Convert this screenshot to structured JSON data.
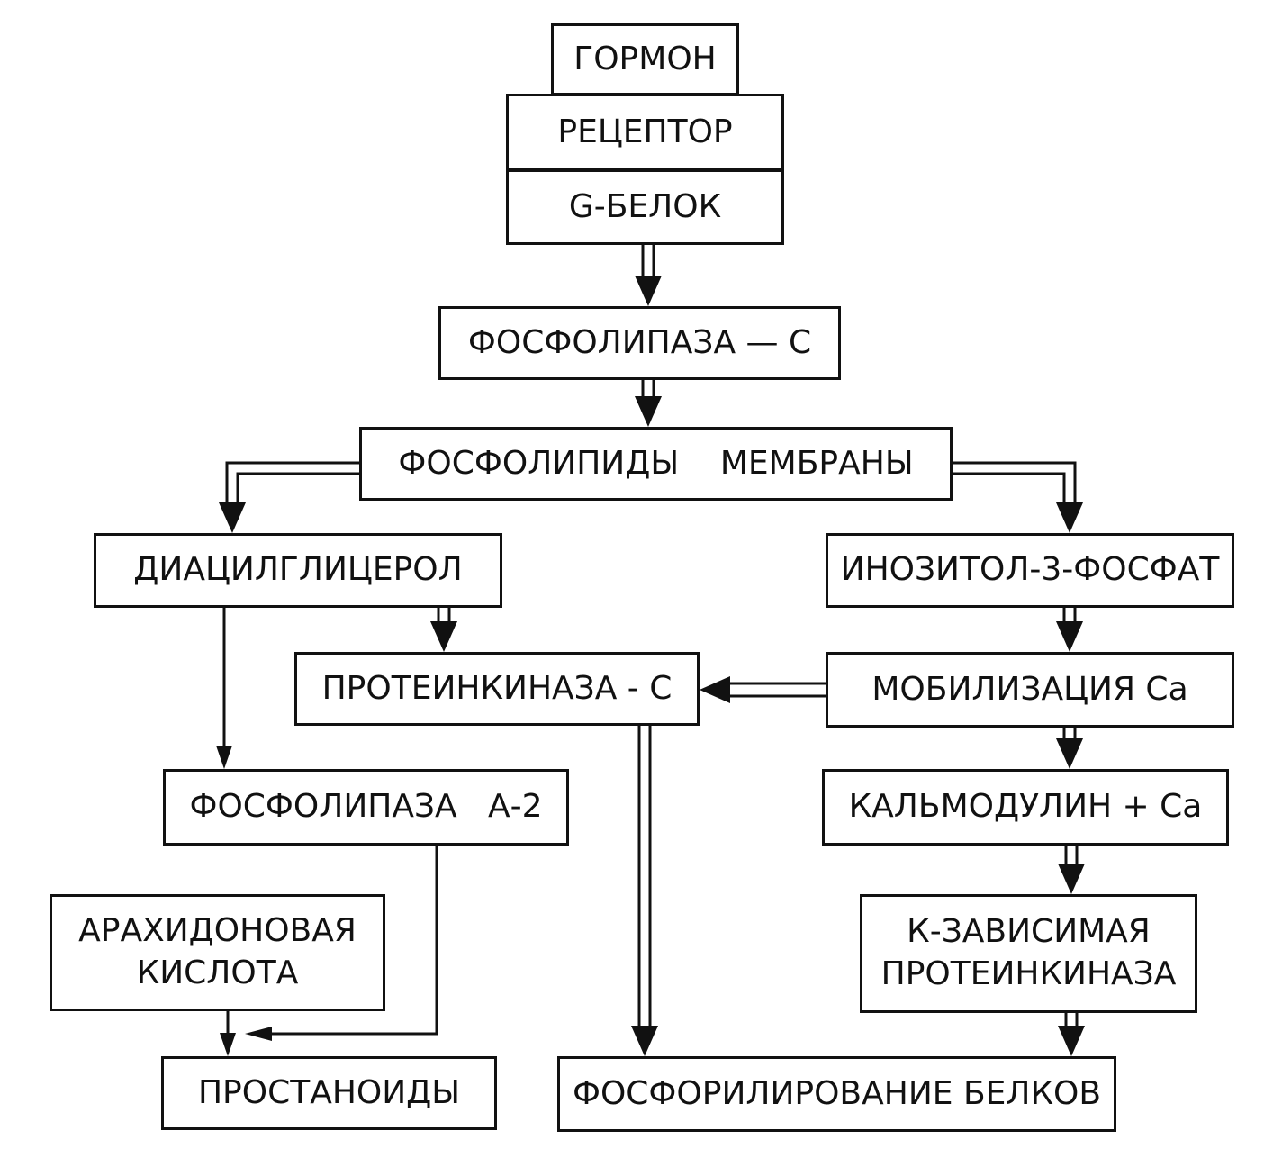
{
  "nodes": {
    "hormone": "ГОРМОН",
    "receptor": "РЕЦЕПТОР",
    "g_protein": "G-БЕЛОК",
    "phospholipase_c": "ФОСФОЛИПАЗА — С",
    "membrane_phospholipids": "ФОСФОЛИПИДЫ    МЕМБРАНЫ",
    "diacylglycerol": "ДИАЦИЛГЛИЦЕРОЛ",
    "inositol": "ИНОЗИТОЛ-3-ФОСФАТ",
    "protein_kinase_c": "ПРОТЕИНКИНАЗА - С",
    "ca_mobilization": "МОБИЛИЗАЦИЯ Са",
    "phospholipase_a2": "ФОСФОЛИПАЗА   А-2",
    "calmodulin": "КАЛЬМОДУЛИН + Са",
    "arachidonic_line1": "АРАХИДОНОВАЯ",
    "arachidonic_line2": "КИСЛОТА",
    "k_dependent_line1": "К-ЗАВИСИМАЯ",
    "k_dependent_line2": "ПРОТЕИНКИНАЗА",
    "prostanoids": "ПРОСТАНОИДЫ",
    "protein_phosphorylation": "ФОСФОРИЛИРОВАНИЕ БЕЛКОВ"
  },
  "colors": {
    "ink": "#111111",
    "paper": "#ffffff"
  }
}
